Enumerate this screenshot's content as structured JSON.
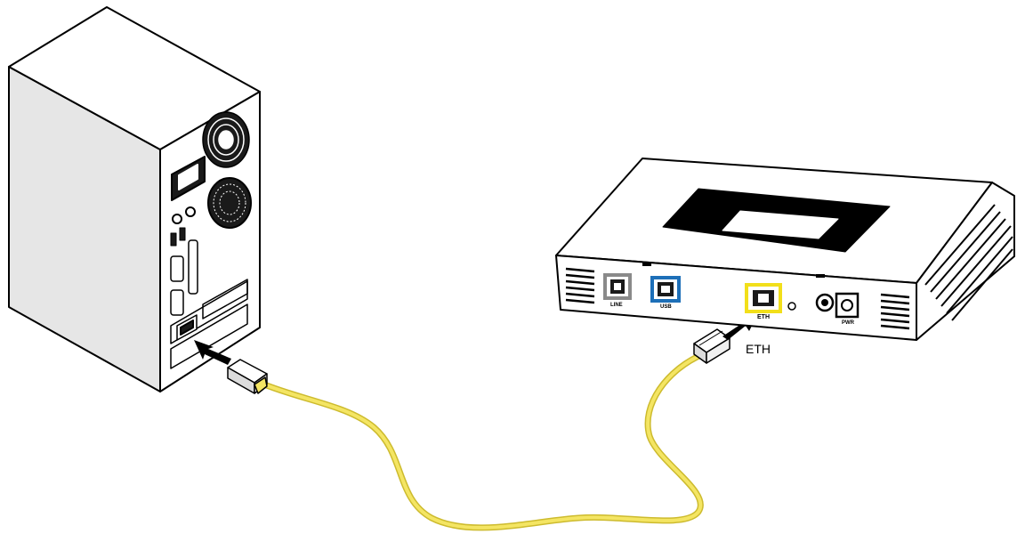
{
  "diagram": {
    "callout_label": "ETH",
    "port_labels": {
      "left_gray": "LINE",
      "usb": "USB",
      "eth": "ETH",
      "power": "PWR"
    },
    "colors": {
      "cable": "#f4e563",
      "cable_outline": "#cdbb2e",
      "eth_port_frame": "#f2df1a",
      "usb_port_frame": "#1d6fb8",
      "line_port_frame": "#8a8a8a",
      "ink": "#000000"
    },
    "icons": {
      "pc": "desktop-tower-icon",
      "modem": "modem-router-icon",
      "plug": "rj45-plug-icon",
      "arrow": "insert-arrow-icon"
    }
  }
}
